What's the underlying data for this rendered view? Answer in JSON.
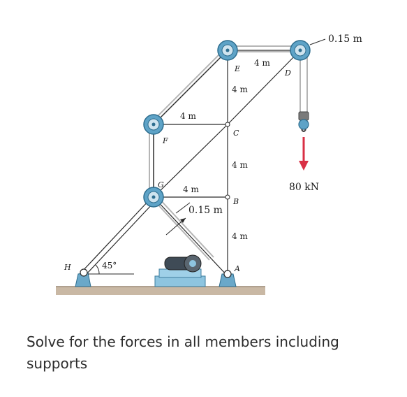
{
  "labels": {
    "node_a": "A",
    "node_b": "B",
    "node_c": "C",
    "node_d": "D",
    "node_e": "E",
    "node_f": "F",
    "node_g": "G",
    "node_h": "H",
    "dim_4m_ed": "4 m",
    "dim_4m_ec": "4 m",
    "dim_4m_fc": "4 m",
    "dim_4m_cb": "4 m",
    "dim_4m_gb": "4 m",
    "dim_4m_ba": "4 m",
    "dim_015_top": "0.15 m",
    "dim_015_mid": "0.15 m",
    "load": "80 kN",
    "angle": "45°"
  },
  "caption": "Solve for the forces in all members including supports"
}
